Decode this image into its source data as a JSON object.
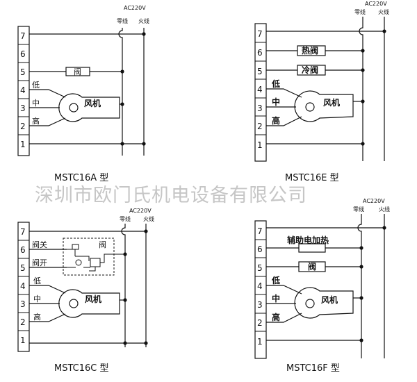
{
  "watermark": "深圳市欧门氏机电设备有限公司",
  "colors": {
    "line": "#111111",
    "watermark": "#c6c6c6",
    "background": "#ffffff"
  },
  "diagrams": {
    "a": {
      "title": "MSTC16A 型",
      "terminals": [
        "7",
        "6",
        "5",
        "4",
        "3",
        "2",
        "1"
      ],
      "supply": "AC220V",
      "neutral": "零线",
      "live": "火线",
      "valve": "阀",
      "speeds": [
        "低",
        "中",
        "高"
      ],
      "fan": "风机"
    },
    "e": {
      "title": "MSTC16E 型",
      "terminals": [
        "7",
        "6",
        "5",
        "4",
        "3",
        "2",
        "1"
      ],
      "supply": "AC220V",
      "neutral": "零线",
      "live": "火线",
      "hot_valve": "热阀",
      "cold_valve": "冷阀",
      "speeds": [
        "低",
        "中",
        "高"
      ],
      "fan": "风机"
    },
    "c": {
      "title": "MSTC16C 型",
      "terminals": [
        "7",
        "6",
        "5",
        "4",
        "3",
        "2",
        "1"
      ],
      "supply": "AC220V",
      "neutral": "零线",
      "live": "火线",
      "valve_close": "阀关",
      "valve_open": "阀开",
      "valve": "阀",
      "speeds": [
        "低",
        "中",
        "高"
      ],
      "fan": "风机"
    },
    "f": {
      "title": "MSTC16F 型",
      "terminals": [
        "7",
        "6",
        "5",
        "4",
        "3",
        "2",
        "1"
      ],
      "supply": "AC220V",
      "neutral": "零线",
      "live": "火线",
      "heater": "辅助电加热",
      "valve": "阀",
      "speeds": [
        "低",
        "中",
        "高"
      ],
      "fan": "风机"
    }
  }
}
